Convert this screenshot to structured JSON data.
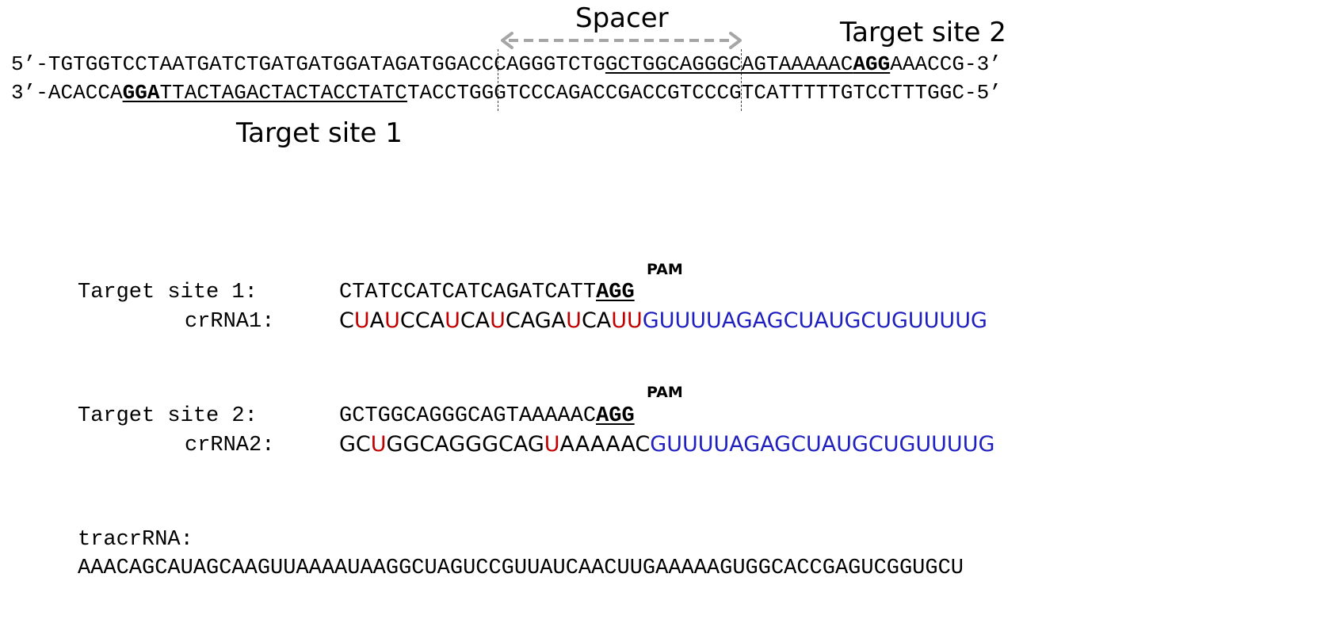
{
  "labels": {
    "spacer": "Spacer",
    "target_site_2": "Target site 2",
    "target_site_1": "Target site 1",
    "pam": "PAM"
  },
  "duplex": {
    "top": {
      "prefix": "5’-TGTGGTCCTAATGATCTGATGATGGATAG",
      "spacer": "ATGGACCCAGGGTCTG",
      "site2_a": "GCTGGCAGGGCAGTAAAAAC",
      "site2_pam": "AGG",
      "suffix": "AAACCG-3’"
    },
    "bottom": {
      "prefix": "3’-ACACCA",
      "site1_pam": "GGA",
      "site1_b": "TTACTAGACTACTACCTATC",
      "spacer": "TACCTGGGTCCCAGAC",
      "suffix": "CGACCGTCCCGTCATTTTTGTCCTTTGGC-5’"
    }
  },
  "guides": {
    "target1": {
      "label": "Target site 1:",
      "seq": "CTATCCATCATCAGATCATT",
      "pam": "AGG"
    },
    "crrna1": {
      "label": "crRNA1:",
      "segments": [
        {
          "t": "C",
          "c": "k"
        },
        {
          "t": "U",
          "c": "r"
        },
        {
          "t": "A",
          "c": "k"
        },
        {
          "t": "U",
          "c": "r"
        },
        {
          "t": "CCA",
          "c": "k"
        },
        {
          "t": "U",
          "c": "r"
        },
        {
          "t": "CA",
          "c": "k"
        },
        {
          "t": "U",
          "c": "r"
        },
        {
          "t": "CAGA",
          "c": "k"
        },
        {
          "t": "U",
          "c": "r"
        },
        {
          "t": "CA",
          "c": "k"
        },
        {
          "t": "UU",
          "c": "r"
        },
        {
          "t": "GUUUUAGAGCUAUGCUGUUUUG",
          "c": "b"
        }
      ]
    },
    "target2": {
      "label": "Target site 2:",
      "seq": "GCTGGCAGGGCAGTAAAAAC",
      "pam": "AGG"
    },
    "crrna2": {
      "label": "crRNA2:",
      "segments": [
        {
          "t": "GC",
          "c": "k"
        },
        {
          "t": "U",
          "c": "r"
        },
        {
          "t": "GGCAGGGCAG",
          "c": "k"
        },
        {
          "t": "U",
          "c": "r"
        },
        {
          "t": "AAAAAC",
          "c": "k"
        },
        {
          "t": "GUUUUAGAGCUAUGCUGUUUUG",
          "c": "b"
        }
      ]
    }
  },
  "tracr": {
    "label": "tracrRNA:",
    "seq": "AAACAGCAUAGCAAGUUAAAAUAAGGCUAGUCCGUUAUCAACUUGAAAAAGUGGCACCGAGUCGGUGCU"
  },
  "colors": {
    "red": "#c00000",
    "blue": "#1f1fbf",
    "arrow": "#a6a6a6"
  }
}
